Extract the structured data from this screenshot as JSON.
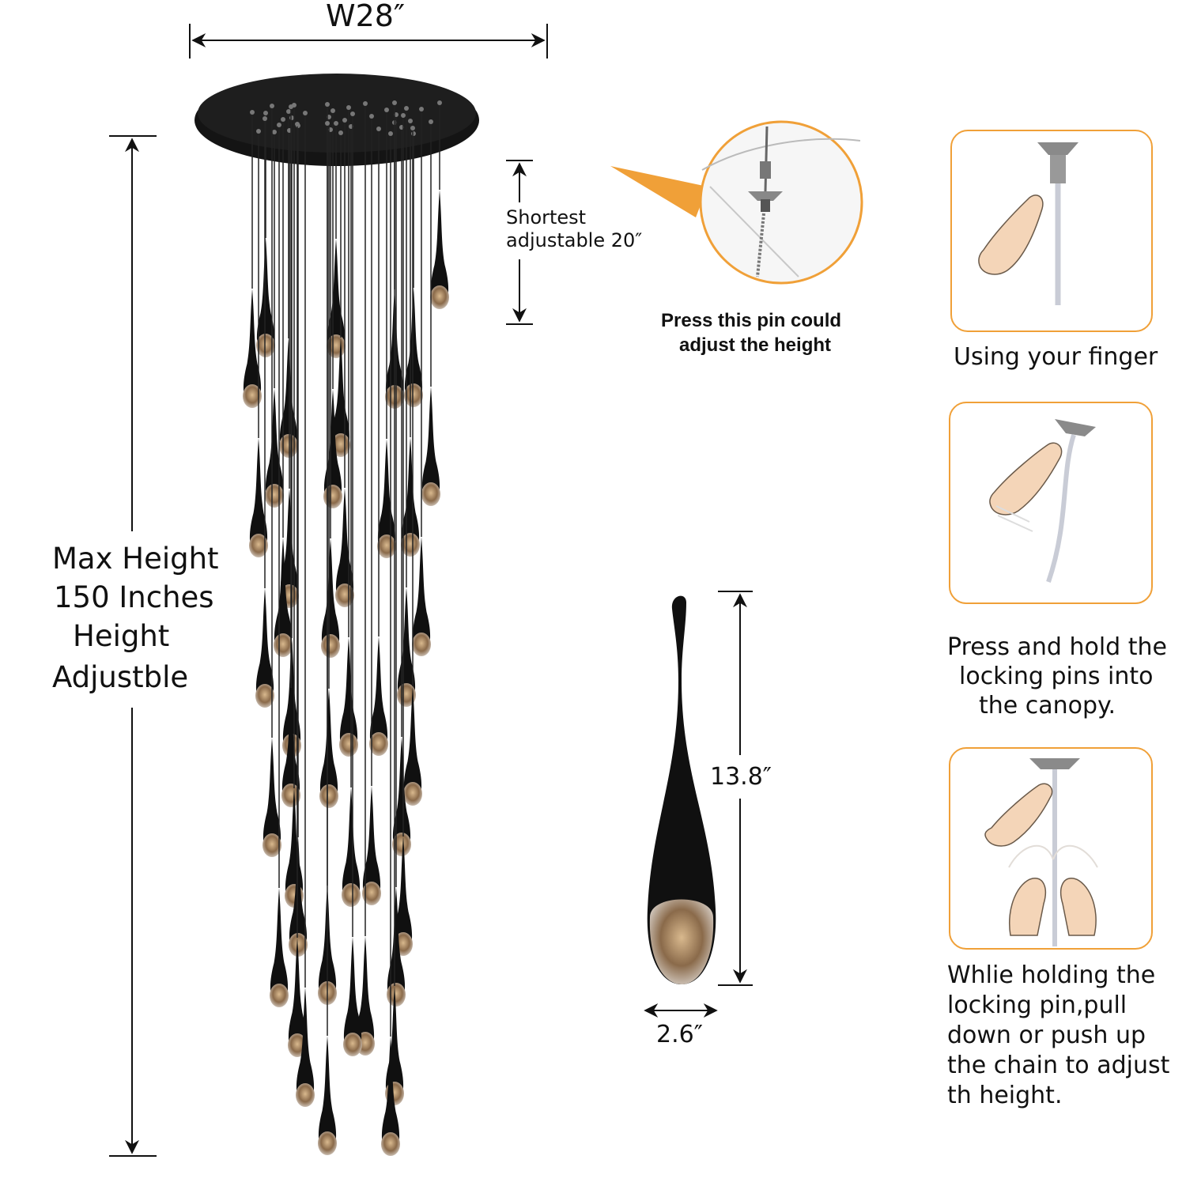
{
  "dimensions": {
    "width_label": "W28″",
    "max_height_lines": [
      "Max Height",
      "150  Inches",
      "Height",
      "Adjustble"
    ],
    "shortest_lines": [
      "Shortest",
      "adjustable 20″"
    ],
    "pendant_height": "13.8″",
    "pendant_width": "2.6″"
  },
  "callout": {
    "lines": [
      "Press this pin could",
      "adjust the height"
    ]
  },
  "steps": [
    {
      "caption_lines": [
        "Using your finger"
      ]
    },
    {
      "caption_lines": [
        "Press and hold the",
        "locking pins into",
        "the canopy."
      ]
    },
    {
      "caption_lines": [
        "Whlie holding the",
        "locking pin,pull",
        "down or push up",
        "the chain to adjust",
        "th height."
      ]
    }
  ],
  "colors": {
    "accent": "#f0a038",
    "fixture": "#111111",
    "glass": "#8a6a4a",
    "skin": "#f4d5b8"
  },
  "icons": [
    "arrow-icon",
    "pin-icon",
    "finger-icon",
    "hand-icon"
  ]
}
